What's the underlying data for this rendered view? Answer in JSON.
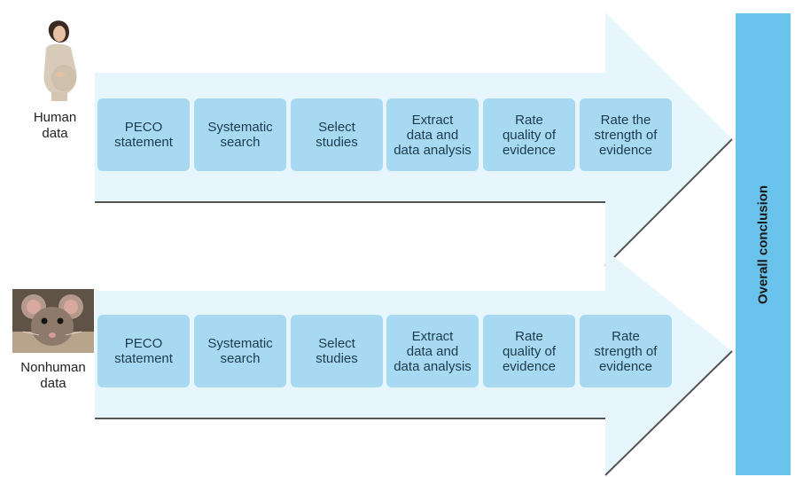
{
  "colors": {
    "arrow_fill": "#e6f6fc",
    "step_fill": "#a7daf2",
    "conclusion_fill": "#69c3ec",
    "arrow_edge": "#555555"
  },
  "human": {
    "image_icon": "pregnant-woman-photo",
    "label": "Human\ndata",
    "steps": [
      "PECO\nstatement",
      "Systematic\nsearch",
      "Select\nstudies",
      "Extract\ndata and\ndata analysis",
      "Rate\nquality of\nevidence",
      "Rate the\nstrength of\nevidence"
    ]
  },
  "nonhuman": {
    "image_icon": "mouse-photo",
    "label": "Nonhuman\ndata",
    "steps": [
      "PECO\nstatement",
      "Systematic\nsearch",
      "Select\nstudies",
      "Extract\ndata and\ndata analysis",
      "Rate\nquality of\nevidence",
      "Rate\nstrength of\nevidence"
    ]
  },
  "conclusion": {
    "label": "Overall conclusion"
  }
}
